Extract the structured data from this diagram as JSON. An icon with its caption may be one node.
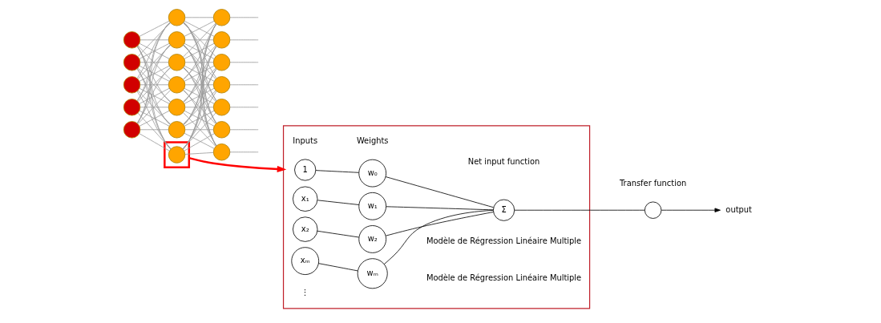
{
  "diagram": {
    "nodes": [
      {
        "text": [],
        "shape": "circle"
      },
      {
        "text": [],
        "shape": "circle"
      },
      {
        "text": [],
        "shape": "circle"
      },
      {
        "text": [],
        "shape": "circle"
      },
      {
        "text": [],
        "shape": "circle"
      },
      {
        "text": [],
        "shape": "circle"
      },
      {
        "text": [],
        "shape": "circle"
      },
      {
        "text": [],
        "shape": "circle"
      },
      {
        "text": [],
        "shape": "circle"
      },
      {
        "text": [],
        "shape": "box"
      },
      {
        "text": [],
        "shape": "circle",
        "in": 9
      },
      {
        "text": [],
        "shape": "circle"
      },
      {
        "text": [],
        "shape": "circle"
      },
      {
        "text": [],
        "shape": "circle"
      },
      {
        "text": [],
        "shape": "circle"
      },
      {
        "text": [],
        "shape": "circle"
      },
      {
        "text": [],
        "shape": "circle"
      },
      {
        "text": [],
        "shape": "circle"
      },
      {
        "text": [],
        "shape": "circle"
      },
      {
        "text": [],
        "shape": "circle"
      },
      {
        "text": [],
        "shape": "box"
      },
      {
        "text": [
          "1"
        ],
        "in": 20
      },
      {
        "text": [
          "x₁"
        ],
        "in": 20
      },
      {
        "text": [
          "x₂"
        ],
        "in": 20
      },
      {
        "text": [
          "xₘ"
        ],
        "in": 20
      },
      {
        "text": [
          "w₀"
        ],
        "in": 20
      },
      {
        "text": [
          "w₁"
        ],
        "in": 20
      },
      {
        "text": [
          "w₂"
        ],
        "in": 20
      },
      {
        "text": [
          "wₘ"
        ],
        "in": 20
      },
      {
        "text": [
          "Σ"
        ],
        "in": 20
      },
      {
        "text": [],
        "shape": "circle"
      },
      {
        "text": [
          "output"
        ]
      }
    ],
    "edges": [
      {
        "from": 0,
        "to": 5,
        "arrow": "none"
      },
      {
        "from": 0,
        "to": 6,
        "arrow": "none"
      },
      {
        "from": 0,
        "to": 7,
        "arrow": "none"
      },
      {
        "from": 0,
        "to": 8,
        "arrow": "none"
      },
      {
        "from": 0,
        "to": 10,
        "arrow": "none"
      },
      {
        "from": 0,
        "to": 11,
        "arrow": "none"
      },
      {
        "from": 0,
        "to": 12,
        "arrow": "none"
      },
      {
        "from": 1,
        "to": 5,
        "arrow": "none"
      },
      {
        "from": 1,
        "to": 6,
        "arrow": "none"
      },
      {
        "from": 1,
        "to": 7,
        "arrow": "none"
      },
      {
        "from": 1,
        "to": 8,
        "arrow": "none"
      },
      {
        "from": 1,
        "to": 10,
        "arrow": "none"
      },
      {
        "from": 1,
        "to": 11,
        "arrow": "none"
      },
      {
        "from": 1,
        "to": 12,
        "arrow": "none"
      },
      {
        "from": 2,
        "to": 5,
        "arrow": "none"
      },
      {
        "from": 2,
        "to": 6,
        "arrow": "none"
      },
      {
        "from": 2,
        "to": 7,
        "arrow": "none"
      },
      {
        "from": 2,
        "to": 8,
        "arrow": "none"
      },
      {
        "from": 2,
        "to": 10,
        "arrow": "none"
      },
      {
        "from": 2,
        "to": 11,
        "arrow": "none"
      },
      {
        "from": 2,
        "to": 12,
        "arrow": "none"
      },
      {
        "from": 3,
        "to": 5,
        "arrow": "none"
      },
      {
        "from": 3,
        "to": 6,
        "arrow": "none"
      },
      {
        "from": 3,
        "to": 7,
        "arrow": "none"
      },
      {
        "from": 3,
        "to": 8,
        "arrow": "none"
      },
      {
        "from": 3,
        "to": 10,
        "arrow": "none"
      },
      {
        "from": 3,
        "to": 11,
        "arrow": "none"
      },
      {
        "from": 3,
        "to": 12,
        "arrow": "none"
      },
      {
        "from": 4,
        "to": 5,
        "arrow": "none"
      },
      {
        "from": 4,
        "to": 6,
        "arrow": "none"
      },
      {
        "from": 4,
        "to": 7,
        "arrow": "none"
      },
      {
        "from": 4,
        "to": 8,
        "arrow": "none"
      },
      {
        "from": 4,
        "to": 10,
        "arrow": "none"
      },
      {
        "from": 4,
        "to": 11,
        "arrow": "none"
      },
      {
        "from": 4,
        "to": 12,
        "arrow": "none"
      },
      {
        "from": 5,
        "to": 13,
        "arrow": "none"
      },
      {
        "from": 5,
        "to": 14,
        "arrow": "none"
      },
      {
        "from": 5,
        "to": 15,
        "arrow": "none"
      },
      {
        "from": 5,
        "to": 16,
        "arrow": "none"
      },
      {
        "from": 5,
        "to": 17,
        "arrow": "none"
      },
      {
        "from": 5,
        "to": 18,
        "arrow": "none"
      },
      {
        "from": 5,
        "to": 19,
        "arrow": "none"
      },
      {
        "from": 6,
        "to": 13,
        "arrow": "none"
      },
      {
        "from": 6,
        "to": 14,
        "arrow": "none"
      },
      {
        "from": 6,
        "to": 15,
        "arrow": "none"
      },
      {
        "from": 6,
        "to": 16,
        "arrow": "none"
      },
      {
        "from": 6,
        "to": 17,
        "arrow": "none"
      },
      {
        "from": 6,
        "to": 18,
        "arrow": "none"
      },
      {
        "from": 6,
        "to": 19,
        "arrow": "none"
      },
      {
        "from": 7,
        "to": 13,
        "arrow": "none"
      },
      {
        "from": 7,
        "to": 14,
        "arrow": "none"
      },
      {
        "from": 7,
        "to": 15,
        "arrow": "none"
      },
      {
        "from": 7,
        "to": 16,
        "arrow": "none"
      },
      {
        "from": 7,
        "to": 17,
        "arrow": "none"
      },
      {
        "from": 7,
        "to": 18,
        "arrow": "none"
      },
      {
        "from": 7,
        "to": 19,
        "arrow": "none"
      },
      {
        "from": 8,
        "to": 13,
        "arrow": "none"
      },
      {
        "from": 8,
        "to": 14,
        "arrow": "none"
      },
      {
        "from": 8,
        "to": 15,
        "arrow": "none"
      },
      {
        "from": 8,
        "to": 16,
        "arrow": "none"
      },
      {
        "from": 8,
        "to": 17,
        "arrow": "none"
      },
      {
        "from": 8,
        "to": 18,
        "arrow": "none"
      },
      {
        "from": 8,
        "to": 19,
        "arrow": "none"
      },
      {
        "from": 10,
        "to": 13,
        "arrow": "none"
      },
      {
        "from": 10,
        "to": 14,
        "arrow": "none"
      },
      {
        "from": 10,
        "to": 15,
        "arrow": "none"
      },
      {
        "from": 10,
        "to": 16,
        "arrow": "none"
      },
      {
        "from": 10,
        "to": 17,
        "arrow": "none"
      },
      {
        "from": 10,
        "to": 18,
        "arrow": "none"
      },
      {
        "from": 10,
        "to": 19,
        "arrow": "none"
      },
      {
        "from": 11,
        "to": 13,
        "arrow": "none"
      },
      {
        "from": 11,
        "to": 14,
        "arrow": "none"
      },
      {
        "from": 11,
        "to": 15,
        "arrow": "none"
      },
      {
        "from": 11,
        "to": 16,
        "arrow": "none"
      },
      {
        "from": 11,
        "to": 17,
        "arrow": "none"
      },
      {
        "from": 11,
        "to": 18,
        "arrow": "none"
      },
      {
        "from": 11,
        "to": 19,
        "arrow": "none"
      },
      {
        "from": 12,
        "to": 13,
        "arrow": "none"
      },
      {
        "from": 12,
        "to": 14,
        "arrow": "none"
      },
      {
        "from": 12,
        "to": 15,
        "arrow": "none"
      },
      {
        "from": 12,
        "to": 16,
        "arrow": "none"
      },
      {
        "from": 12,
        "to": 17,
        "arrow": "none"
      },
      {
        "from": 12,
        "to": 18,
        "arrow": "none"
      },
      {
        "from": 12,
        "to": 19,
        "arrow": "none"
      },
      {
        "from": 13,
        "to": null,
        "arrow": "none"
      },
      {
        "from": 14,
        "to": null,
        "arrow": "none"
      },
      {
        "from": 15,
        "to": null,
        "arrow": "none"
      },
      {
        "from": 16,
        "to": null,
        "arrow": "none"
      },
      {
        "from": 17,
        "to": null,
        "arrow": "none"
      },
      {
        "from": 18,
        "to": null,
        "arrow": "none"
      },
      {
        "from": 19,
        "to": null,
        "arrow": "none"
      },
      {
        "from": 9,
        "to": 20,
        "arrow": "to",
        "style": "thick",
        "color": "#ff0000"
      },
      {
        "from": 21,
        "to": 25,
        "arrow": "none",
        "color": "#000000"
      },
      {
        "from": 22,
        "to": 26,
        "arrow": "none",
        "color": "#000000"
      },
      {
        "from": 23,
        "to": 27,
        "arrow": "none",
        "color": "#000000"
      },
      {
        "from": 24,
        "to": 28,
        "arrow": "none",
        "color": "#000000"
      },
      {
        "from": 25,
        "to": 29,
        "arrow": "none",
        "color": "#000000"
      },
      {
        "from": 26,
        "to": 29,
        "arrow": "none",
        "color": "#000000"
      },
      {
        "from": 27,
        "to": 29,
        "arrow": "none",
        "color": "#000000"
      },
      {
        "from": 28,
        "to": 29,
        "arrow": "none",
        "color": "#000000"
      },
      {
        "from": 29,
        "to": 30,
        "arrow": "none",
        "color": "#000000"
      },
      {
        "from": 30,
        "to": 31,
        "arrow": "to",
        "color": "#000000"
      }
    ],
    "labels": [
      "Inputs",
      "Weights",
      "Net input function",
      "Transfer function",
      "⋮",
      "Modèle de Régression Linéaire Multiple",
      "Modèle de Régression Linéaire Multiple"
    ]
  }
}
